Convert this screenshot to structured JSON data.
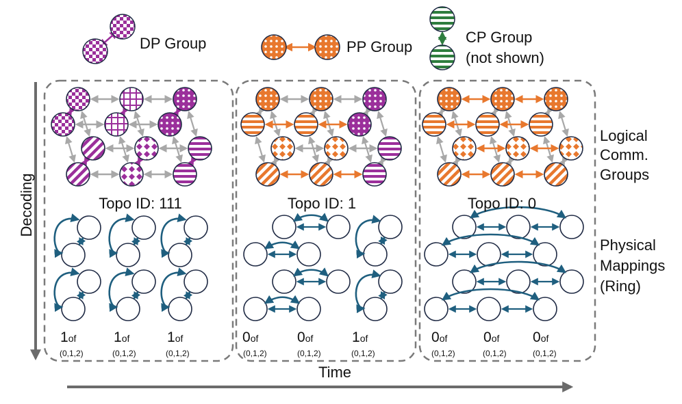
{
  "legend": {
    "dp_group": "DP Group",
    "pp_group": "PP Group",
    "cp_group_line1": "CP Group",
    "cp_group_line2": "(not shown)"
  },
  "axes": {
    "vertical": "Decoding",
    "horizontal": "Time"
  },
  "row_labels": {
    "logical": [
      "Logical",
      "Comm.",
      "Groups"
    ],
    "physical": [
      "Physical",
      "Mappings",
      "(Ring)"
    ]
  },
  "panels": [
    {
      "topo_label": "Topo ID: 111",
      "mappings": [
        {
          "index": "1",
          "of": "of",
          "set": "(0,1,2)"
        },
        {
          "index": "1",
          "of": "of",
          "set": "(0,1,2)"
        },
        {
          "index": "1",
          "of": "of",
          "set": "(0,1,2)"
        }
      ]
    },
    {
      "topo_label": "Topo ID: 1",
      "mappings": [
        {
          "index": "0",
          "of": "of",
          "set": "(0,1,2)"
        },
        {
          "index": "0",
          "of": "of",
          "set": "(0,1,2)"
        },
        {
          "index": "1",
          "of": "of",
          "set": "(0,1,2)"
        }
      ]
    },
    {
      "topo_label": "Topo ID: 0",
      "mappings": [
        {
          "index": "0",
          "of": "of",
          "set": "(0,1,2)"
        },
        {
          "index": "0",
          "of": "of",
          "set": "(0,1,2)"
        },
        {
          "index": "0",
          "of": "of",
          "set": "(0,1,2)"
        }
      ]
    }
  ],
  "colors": {
    "dp_purple": "#9b2f9b",
    "pp_orange": "#e8782e",
    "cp_green": "#2e7d3e",
    "ring_blue": "#1f5f7f",
    "neutral_gray": "#a8a8a8",
    "node_outline": "#1f2a44",
    "axis_gray": "#6b6b6b"
  }
}
